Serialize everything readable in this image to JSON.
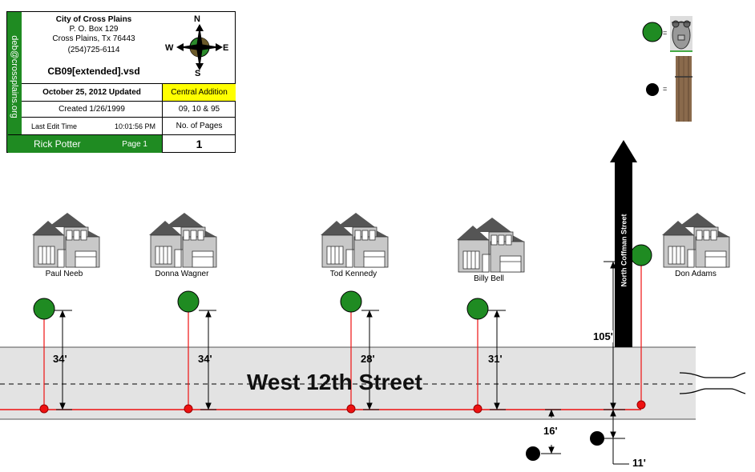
{
  "title_block": {
    "org_name": "City of Cross Plains",
    "po_box": "P. O. Box 129",
    "city_state": "Cross Plains, Tx  76443",
    "phone": "(254)725-6114",
    "file_name": "CB09[extended].vsd",
    "side_email": "deb@crossplains.org",
    "updated": "October 25, 2012 Updated",
    "area": "Central Addition",
    "created": "Created 1/26/1999",
    "sections": "09, 10 & 95",
    "last_edit_label": "Last Edit Time",
    "last_edit_time": "10:01:56 PM",
    "pages_label": "No. of Pages",
    "author": "Rick Potter",
    "page": "Page 1",
    "page_count": "1",
    "colors": {
      "green": "#1f8b22",
      "area_highlight": "#ffff00"
    }
  },
  "compass": {
    "n": "N",
    "s": "S",
    "e": "E",
    "w": "W"
  },
  "legend": {
    "green_eq": "=",
    "black_eq": "="
  },
  "houses": [
    {
      "label": "Paul Neeb"
    },
    {
      "label": "Donna Wagner"
    },
    {
      "label": "Tod Kennedy"
    },
    {
      "label": "Billy Bell"
    },
    {
      "label": "Don Adams"
    }
  ],
  "dimensions": {
    "d1": "34'",
    "d2": "34'",
    "d3": "28'",
    "d4": "31'",
    "d5": "105'",
    "d6": "16'",
    "d7": "11'"
  },
  "streets": {
    "main": "West 12th Street",
    "side": "North Coffman Street"
  }
}
